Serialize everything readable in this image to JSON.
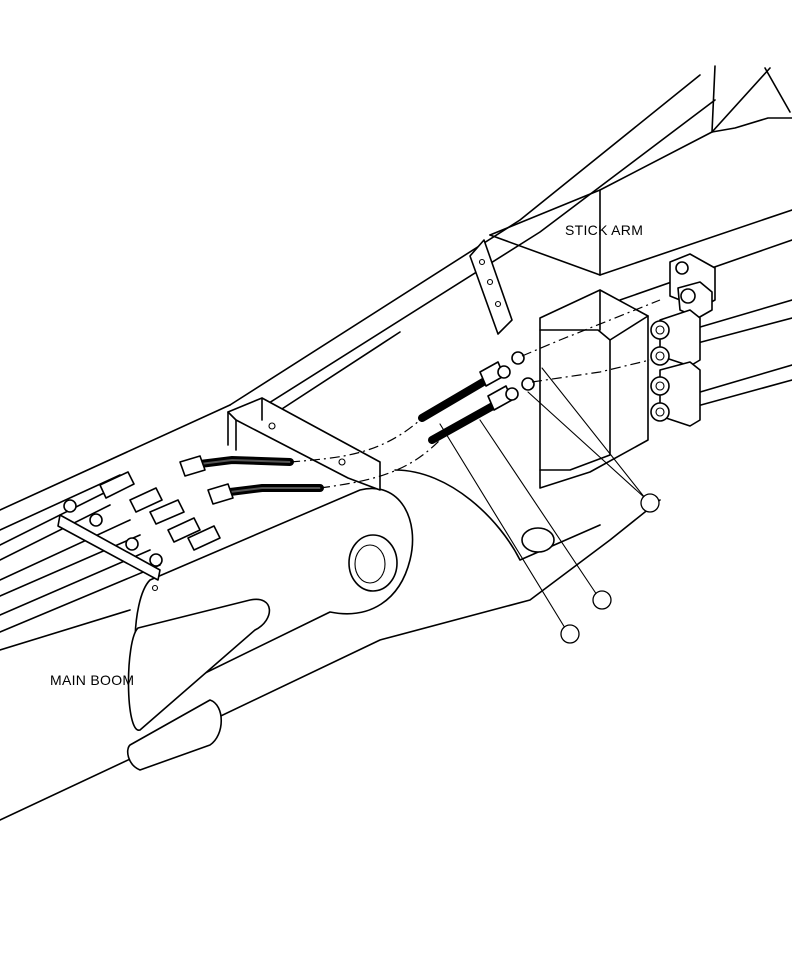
{
  "labels": {
    "stick_arm": "STICK ARM",
    "main_boom": "MAIN BOOM"
  },
  "callouts": [
    {
      "id": "callout-1",
      "text": ""
    },
    {
      "id": "callout-2",
      "text": ""
    },
    {
      "id": "callout-3",
      "text": ""
    }
  ],
  "colors": {
    "line": "#000000",
    "background": "#ffffff"
  }
}
